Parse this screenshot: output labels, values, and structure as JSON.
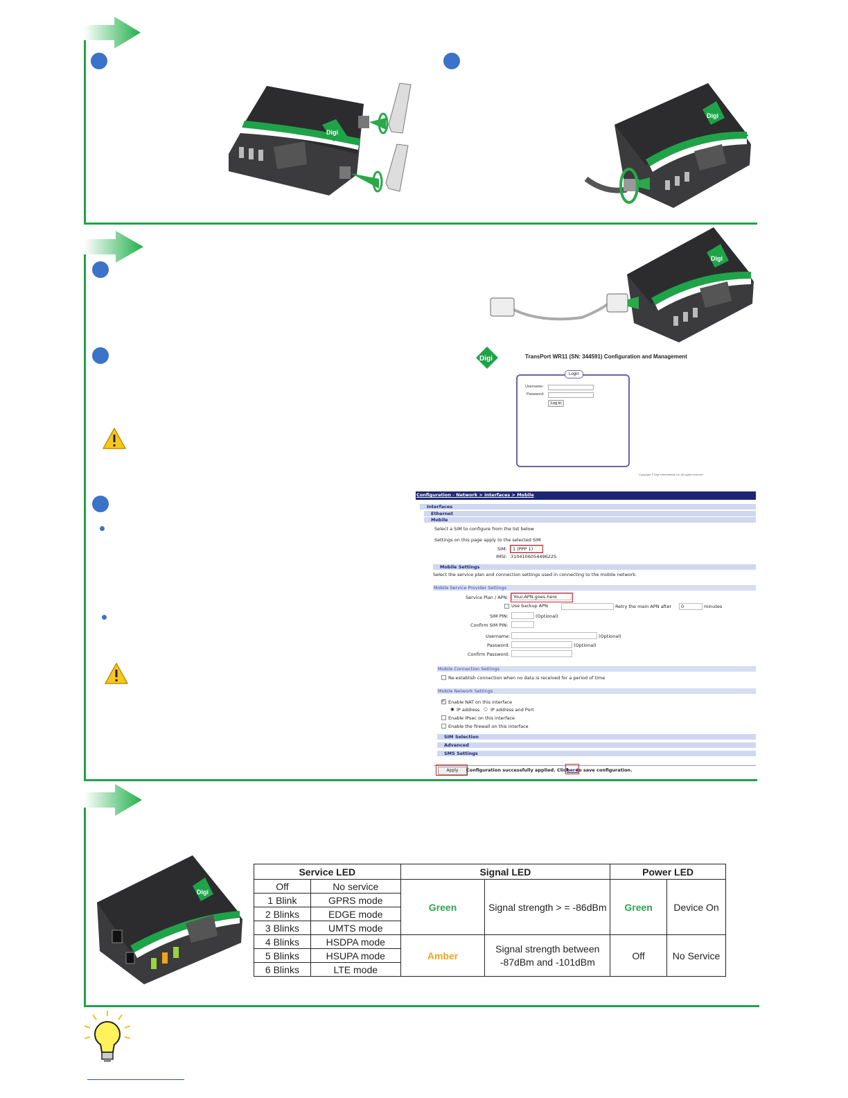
{
  "login_screen": {
    "title": "TransPort WR11 (SN: 344591) Configuration and Management",
    "tab": "Login",
    "username_label": "Username:",
    "password_label": "Password:",
    "login_button": "Log in",
    "copyright": "Copyright © Digi International Inc. All rights reserved."
  },
  "config_screen": {
    "breadcrumb": "Configuration - Network > Interfaces > Mobile",
    "nav": {
      "interfaces": "Interfaces",
      "ethernet": "Ethernet",
      "mobile": "Mobile"
    },
    "select_sim_text": "Select a SIM to configure from the list below",
    "settings_apply_text": "Settings on this page apply to the selected SIM",
    "sim_label": "SIM:",
    "sim_value": "1 (PPP 1)",
    "imsi_label": "IMSI:",
    "imsi_value": "310410605449622S",
    "mobile_settings": "Mobile Settings",
    "mobile_settings_desc": "Select the service plan and connection settings used in connecting to the mobile network.",
    "provider_settings": "Mobile Service Provider Settings",
    "apn_label": "Service Plan / APN:",
    "apn_value": "Your.APN.goes.here",
    "backup_apn": "Use backup APN",
    "retry_label": "Retry the main APN after",
    "retry_value": "0",
    "retry_unit": "minutes",
    "sim_pin_label": "SIM PIN:",
    "optional": "(Optional)",
    "confirm_sim_pin_label": "Confirm SIM PIN:",
    "username_label": "Username:",
    "password_label": "Password:",
    "confirm_password_label": "Confirm Password:",
    "connection_settings": "Mobile Connection Settings",
    "reestablish": "Re-establish connection when no data is received for a period of time",
    "network_settings": "Mobile Network Settings",
    "enable_nat": "Enable NAT on this interface",
    "ip_address": "IP address",
    "ip_and_port": "IP address and Port",
    "enable_ipsec": "Enable IPsec on this interface",
    "enable_firewall": "Enable the firewall on this interface",
    "sim_selection": "SIM Selection",
    "advanced": "Advanced",
    "sms_settings": "SMS Settings",
    "apply_button": "Apply",
    "status_prefix": "Configuration successfully applied. Click ",
    "status_link": "here",
    "status_suffix": " to save configuration."
  },
  "led_table": {
    "headers": [
      "Service LED",
      "Signal LED",
      "Power LED"
    ],
    "service_rows": [
      [
        "Off",
        "No service"
      ],
      [
        "1 Blink",
        "GPRS mode"
      ],
      [
        "2 Blinks",
        "EDGE mode"
      ],
      [
        "3 Blinks",
        "UMTS mode"
      ],
      [
        "4 Blinks",
        "HSDPA mode"
      ],
      [
        "5 Blinks",
        "HSUPA mode"
      ],
      [
        "6 Blinks",
        "LTE mode"
      ]
    ],
    "signal_green_label": "Green",
    "signal_green_desc": "Signal strength > = -86dBm",
    "signal_amber_label": "Amber",
    "signal_amber_desc": "Signal strength between -87dBm and -101dBm",
    "power_green_label": "Green",
    "power_green_desc": "Device On",
    "power_off_label": "Off",
    "power_off_desc": "No Service"
  },
  "colors": {
    "frame_green": "#1fa349",
    "step_blue": "#3a73c8",
    "amber": "#f3a31b",
    "navy": "#1c2673"
  },
  "icons": [
    "arrow-right-icon",
    "warning-icon",
    "lightbulb-icon",
    "digi-logo"
  ]
}
